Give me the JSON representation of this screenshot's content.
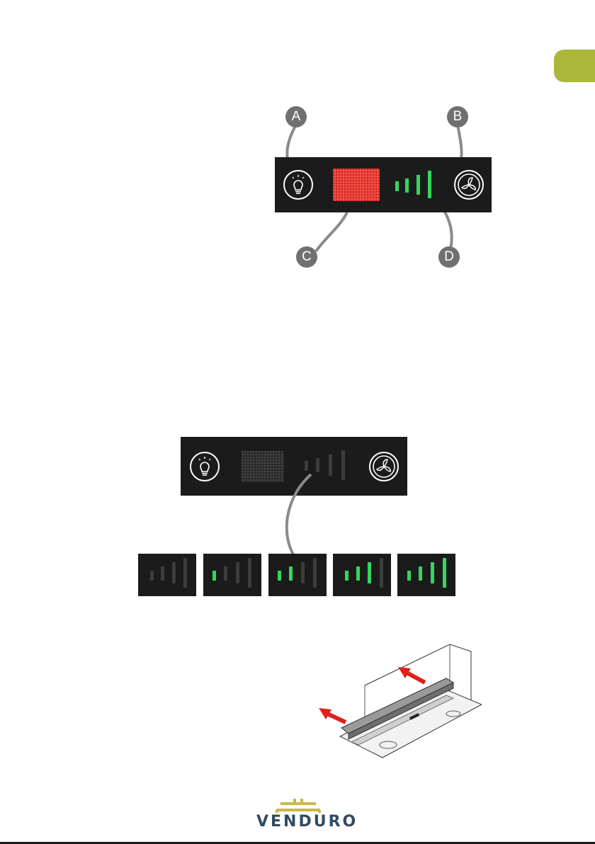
{
  "callouts": {
    "a": "A",
    "b": "B",
    "c": "C",
    "d": "D"
  },
  "logo": {
    "name": "VENDURO"
  },
  "panel_states": {
    "display": "grid-display",
    "speed_levels": 4,
    "speed_sequence": [
      0,
      1,
      2,
      3,
      4
    ]
  },
  "colors": {
    "accent_tab": "#aab73a",
    "panel": "#1b1b1b",
    "bar_on": "#34d65b",
    "bar_off": "#3c3c3c",
    "display_active": "#e8302d",
    "display_idle": "#3a3a3a",
    "callout": "#707070",
    "logo_gold": "#c9b74a",
    "logo_blue": "#2f4a63",
    "arrow": "#e0201c"
  },
  "icons": [
    "light-bulb-icon",
    "fan-icon",
    "grid-display-icon",
    "speed-bars-icon",
    "sliding-cooker-hood-icon",
    "arrow-icon"
  ]
}
